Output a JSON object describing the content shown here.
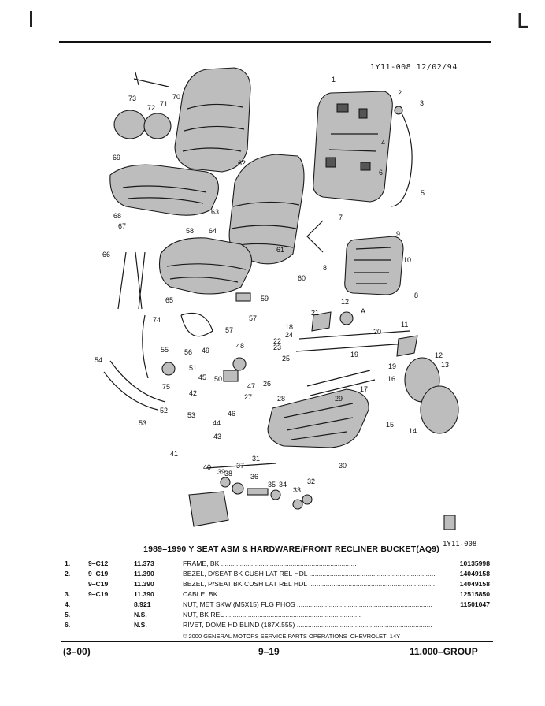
{
  "header": {
    "corner_mark": "L",
    "drawing_ref": "1Y11-008 12/02/94"
  },
  "diagram": {
    "image_code": "1Y11-008",
    "callouts": [
      "1",
      "2",
      "3",
      "4",
      "5",
      "6",
      "7",
      "8",
      "8",
      "9",
      "10",
      "11",
      "12",
      "12",
      "13",
      "14",
      "15",
      "16",
      "17",
      "18",
      "19",
      "19",
      "20",
      "21",
      "22",
      "23",
      "24",
      "25",
      "26",
      "27",
      "28",
      "29",
      "30",
      "31",
      "32",
      "33",
      "34",
      "35",
      "36",
      "37",
      "38",
      "39",
      "40",
      "41",
      "42",
      "43",
      "44",
      "45",
      "46",
      "47",
      "48",
      "49",
      "50",
      "51",
      "52",
      "53",
      "53",
      "54",
      "55",
      "56",
      "57",
      "57",
      "58",
      "59",
      "60",
      "61",
      "62",
      "63",
      "64",
      "65",
      "66",
      "67",
      "68",
      "69",
      "70",
      "71",
      "72",
      "73",
      "74",
      "75",
      "A"
    ]
  },
  "parts_list": {
    "title": "1989–1990 Y SEAT ASM & HARDWARE/FRONT RECLINER BUCKET(AQ9)",
    "rows": [
      {
        "item": "1.",
        "section": "9–C12",
        "ref": "11.373",
        "desc": "FRAME, BK",
        "pn": "10135998"
      },
      {
        "item": "2.",
        "section": "9–C19",
        "ref": "11.390",
        "desc": "BEZEL, D/SEAT BK CUSH LAT REL HDL",
        "pn": "14049158"
      },
      {
        "item": "",
        "section": "9–C19",
        "ref": "11.390",
        "desc": "BEZEL, P/SEAT BK CUSH LAT REL HDL",
        "pn": "14049158"
      },
      {
        "item": "3.",
        "section": "9–C19",
        "ref": "11.390",
        "desc": "CABLE, BK",
        "pn": "12515850"
      },
      {
        "item": "4.",
        "section": "",
        "ref": "8.921",
        "desc": "NUT, MET SKW (M5X15) FLG PHOS",
        "pn": "11501047"
      },
      {
        "item": "5.",
        "section": "",
        "ref": "N.S.",
        "desc": "NUT, BK REL",
        "pn": ""
      },
      {
        "item": "6.",
        "section": "",
        "ref": "N.S.",
        "desc": "RIVET, DOME HD BLIND (187X.555)",
        "pn": ""
      }
    ],
    "copyright": "© 2000 GENERAL MOTORS SERVICE PARTS OPERATIONS–CHEVROLET–14Y"
  },
  "footer": {
    "left": "(3–00)",
    "center": "9–19",
    "right": "11.000–GROUP"
  }
}
